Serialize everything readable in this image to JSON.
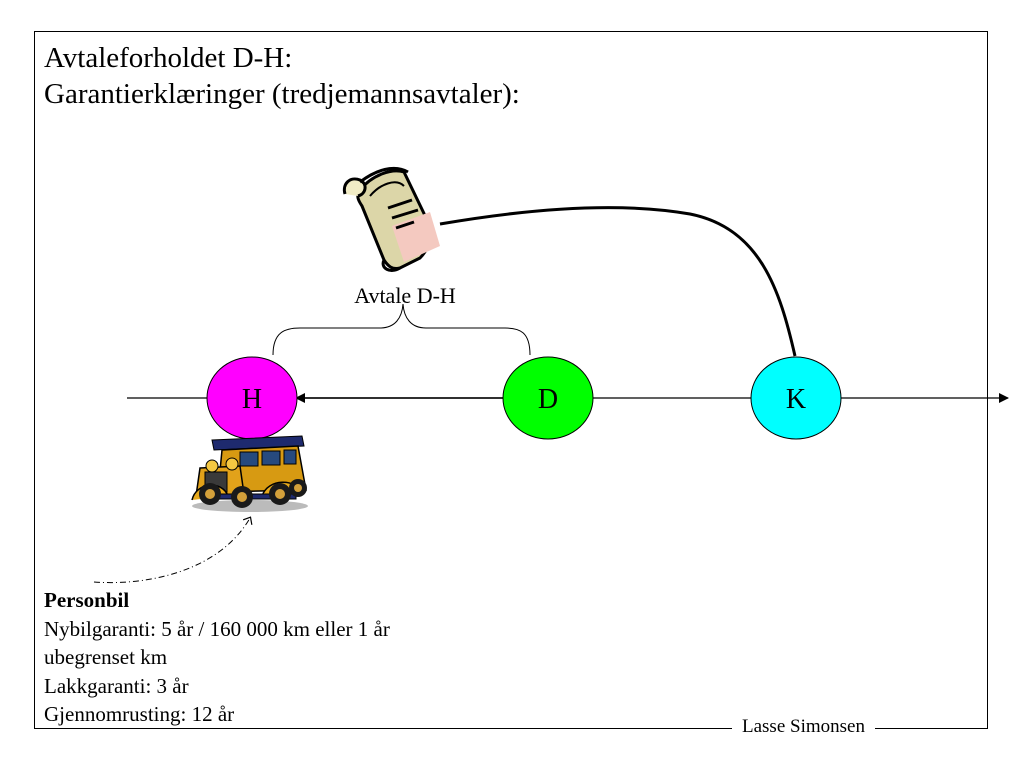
{
  "title": {
    "line1": "Avtaleforholdet D-H:",
    "line2": "Garantierklæringer (tredjemannsavtaler):"
  },
  "document": {
    "label": "Avtale D-H",
    "icon": "scroll-document-icon"
  },
  "nodes": [
    {
      "id": "H",
      "label": "H",
      "color": "#ff00ff"
    },
    {
      "id": "D",
      "label": "D",
      "color": "#00ff00"
    },
    {
      "id": "K",
      "label": "K",
      "color": "#00ffff"
    }
  ],
  "car": {
    "icon": "vintage-car-icon"
  },
  "info": {
    "heading": "Personbil",
    "lines": [
      "Nybilgaranti: 5 år / 160 000 km eller 1 år",
      "ubegrenset km",
      "Lakkgaranti: 3 år",
      "Gjennomrusting: 12 år"
    ]
  },
  "footer": {
    "author": "Lasse Simonsen"
  }
}
